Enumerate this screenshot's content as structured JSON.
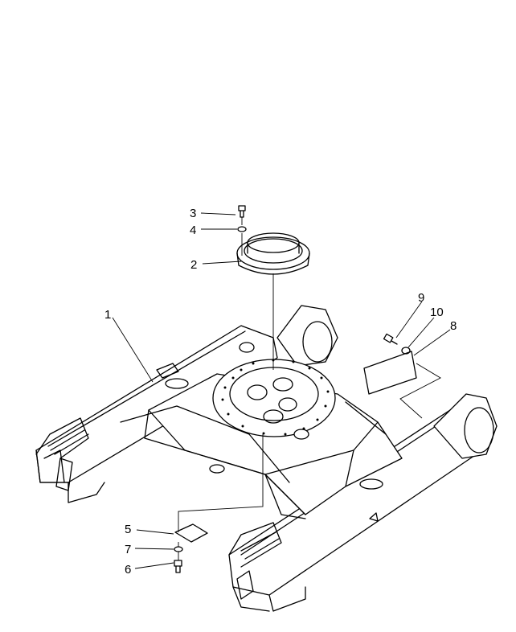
{
  "diagram": {
    "callouts": [
      {
        "id": "c1",
        "label": "1"
      },
      {
        "id": "c2",
        "label": "2"
      },
      {
        "id": "c3",
        "label": "3"
      },
      {
        "id": "c4",
        "label": "4"
      },
      {
        "id": "c5",
        "label": "5"
      },
      {
        "id": "c6",
        "label": "6"
      },
      {
        "id": "c7",
        "label": "7"
      },
      {
        "id": "c8",
        "label": "8"
      },
      {
        "id": "c9",
        "label": "9"
      },
      {
        "id": "c10",
        "label": "10"
      }
    ]
  },
  "colors": {
    "line": "#000000",
    "background": "#ffffff"
  }
}
